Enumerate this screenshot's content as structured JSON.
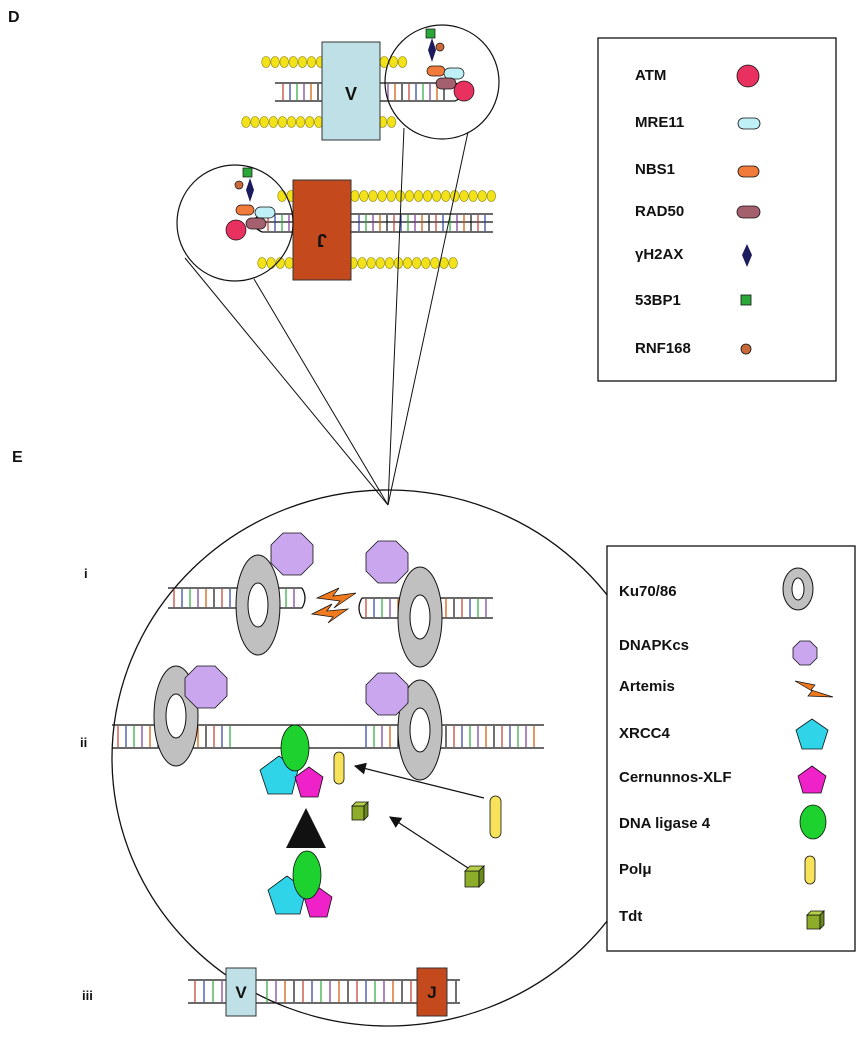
{
  "panel_d": {
    "label": "D",
    "v_segment": "V",
    "j_segment": "J",
    "legend": [
      {
        "name": "ATM",
        "icon": "atm-icon",
        "color": "#e8315f"
      },
      {
        "name": "MRE11",
        "icon": "mre11-icon",
        "color": "#bff0f7"
      },
      {
        "name": "NBS1",
        "icon": "nbs1-icon",
        "color": "#f07b3a"
      },
      {
        "name": "RAD50",
        "icon": "rad50-icon",
        "color": "#a5606e"
      },
      {
        "name": "γH2AX",
        "icon": "gh2ax-icon",
        "color": "#1b1b5e"
      },
      {
        "name": "53BP1",
        "icon": "53bp1-icon",
        "color": "#2aa83a"
      },
      {
        "name": "RNF168",
        "icon": "rnf168-icon",
        "color": "#c96a3a"
      }
    ]
  },
  "panel_e": {
    "label": "E",
    "steps": [
      "i",
      "ii",
      "iii"
    ],
    "v_segment": "V",
    "j_segment": "J",
    "legend": [
      {
        "name": "Ku70/86",
        "icon": "ku70-86-icon",
        "color": "#c0c0c0"
      },
      {
        "name": "DNAPKcs",
        "icon": "dnapkcs-icon",
        "color": "#c9a6ee"
      },
      {
        "name": "Artemis",
        "icon": "artemis-icon",
        "color": "#f07b1f"
      },
      {
        "name": "XRCC4",
        "icon": "xrcc4-icon",
        "color": "#2fd4e8"
      },
      {
        "name": "Cernunnos-XLF",
        "icon": "cernunnos-xlf-icon",
        "color": "#ee22c8"
      },
      {
        "name": "DNA ligase 4",
        "icon": "dna-ligase-4-icon",
        "color": "#1dd12e"
      },
      {
        "name": "Polμ",
        "icon": "pol-mu-icon",
        "color": "#f6e35a"
      },
      {
        "name": "Tdt",
        "icon": "tdt-icon",
        "color": "#8cac2a"
      }
    ]
  }
}
